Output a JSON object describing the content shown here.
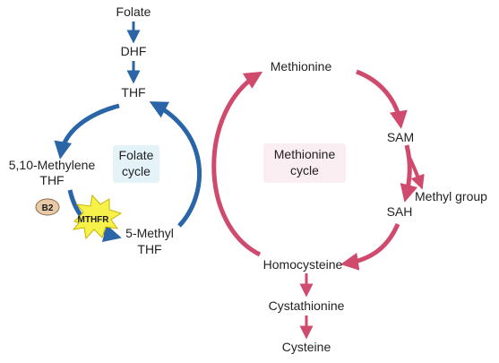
{
  "folate_pathway": {
    "folate": "Folate",
    "dhf": "DHF",
    "thf": "THF",
    "methylene_thf_line1": "5,10-Methylene",
    "methylene_thf_line2": "THF",
    "methyl_thf_line1": "5-Methyl",
    "methyl_thf_line2": "THF",
    "cycle_label_line1": "Folate",
    "cycle_label_line2": "cycle"
  },
  "enzyme": {
    "cofactor": "B2",
    "name": "MTHFR"
  },
  "methionine_pathway": {
    "methionine": "Methionine",
    "sam": "SAM",
    "sah": "SAH",
    "methyl_group": "Methyl group",
    "homocysteine": "Homocysteine",
    "cystathionine": "Cystathionine",
    "cysteine": "Cysteine",
    "cycle_label_line1": "Methionine",
    "cycle_label_line2": "cycle"
  },
  "colors": {
    "folate_arrow": "#2a65a8",
    "methionine_arrow": "#cf4a6c",
    "folate_label_bg": "#e3f3f7",
    "methionine_label_bg": "#fbeef3",
    "mthfr_star": "#f7f24a",
    "b2_badge": "#e8c9a8"
  }
}
